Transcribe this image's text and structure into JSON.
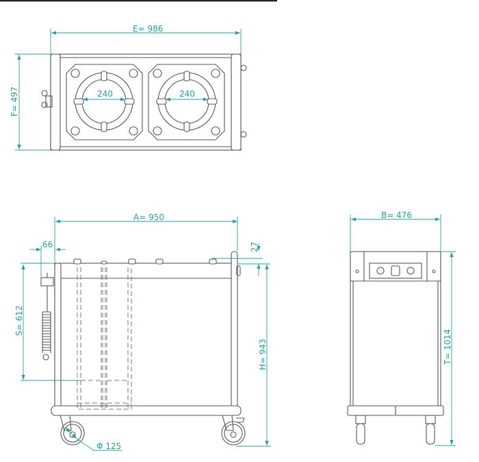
{
  "top_view": {
    "width_label": "E= 986",
    "depth_label": "F= 497",
    "tube_left_label": "240",
    "tube_right_label": "240"
  },
  "front_view": {
    "length_label": "A= 950",
    "offset_label": "66",
    "top_label": "27",
    "stack_height_label": "S= 612",
    "height_label": "H= 943",
    "wheel_label": "Φ 125"
  },
  "side_view": {
    "width_label": "B= 476",
    "total_height_label": "T= 1014"
  },
  "colors": {
    "dimension": "#2a9a9a",
    "outline": "#555555"
  }
}
